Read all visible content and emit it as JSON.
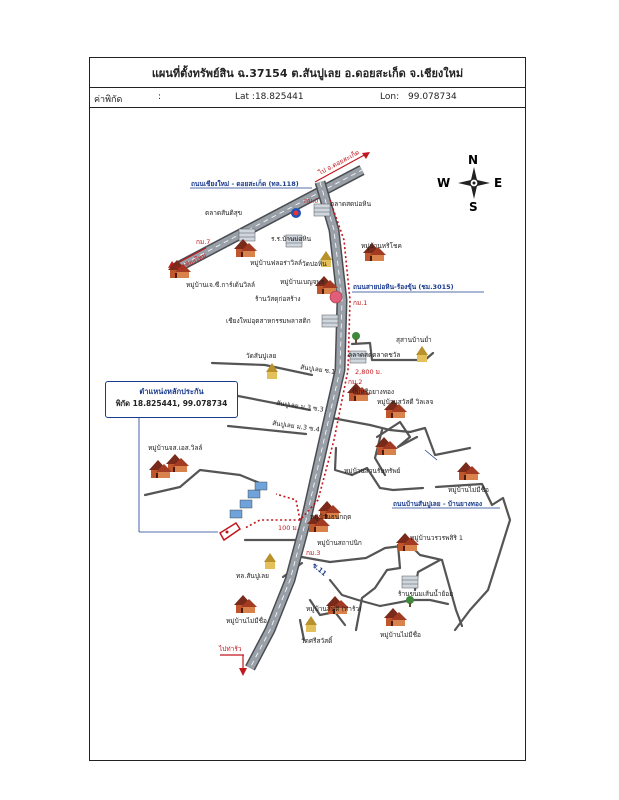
{
  "header": {
    "title": "แผนที่ตั้งทรัพย์สิน ฉ.37154 ต.สันปูเลย อ.ดอยสะเก็ด จ.เชียงใหม่",
    "coord_label": "ค่าพิกัด",
    "colon": ":",
    "lat": "Lat :18.825441",
    "lon_label": "Lon:",
    "lon_value": "99.078734"
  },
  "compass": {
    "n": "N",
    "s": "S",
    "e": "E",
    "w": "W"
  },
  "infobox": {
    "heading": "ตำแหน่งหลักประกัน",
    "coords": "พิกัด 18.825441, 99.078734"
  },
  "roads": {
    "highway_118": "ถนนเชียงใหม่ - ดอยสะเก็ด (ทล.118)",
    "to_doisaket": "ไป อ.ดอยสะเก็ด",
    "to_chiangmai": "ไปเชียงใหม่",
    "road_3015": "ถนนสายบ่อหิน-ร้องขุ้น (ชม.3015)",
    "sanpuloei_road": "ถนนบ้านสันปูเลย - บ้านยางทอง",
    "to_tha": "ไปท่าร้ว",
    "soi1": "สันปูเลย ซ.1",
    "moo3_soi3": "สันปูเลย ม.3 ซ.3",
    "moo3_soi4": "สันปูเลย ม.3 ซ.4",
    "soi_11": "ซ.11"
  },
  "distances": {
    "km0": "กม.0",
    "km7": "กม.7",
    "km1": "กม.1",
    "km2": "กม.2",
    "km3": "กม.3",
    "d2800": "2,800 ม.",
    "d100": "100 ม."
  },
  "places": {
    "market_bohin": "ตลาดสดบ่อหิน",
    "market_sanpattana": "ตลาดสันติสุข",
    "school_bohin": "ร.ร.บ้านบ่อหิน",
    "village_haripan": "หมู่บ้านหริโชค",
    "village_fairyville": "หมู่บ้านฟลอร่าวิลล์",
    "wat_bohin": "วัดบ่อหิน",
    "village_benjaporn": "หมู่บ้านเบญจพร",
    "village_jc": "หมู่บ้านเจ.ซี.การ์เด้นวิลล์",
    "shop_construction": "ร้านวัสดุก่อสร้าง",
    "plastic_factory": "เชียงใหม่อุตสาหกรรมพลาสติก",
    "cemetery": "สุสานบ้านย่ำ",
    "wat_sanpuloei": "วัดสันปูเลย",
    "market_sanpuloei": "ตลาดสดตลาดชวัล",
    "wat_moo2": "ปั๊มหรือยางทอง",
    "village_sawadee": "หมู่บ้านสวัสดี วิลเลจ",
    "village_gsville": "หมู่บ้านจส.เอส.วิลล์",
    "village_suansri": "หมู่บ้านสวนรัษทรัพย์",
    "village_unnamed1": "หมู่บ้านไม่มีชื่อ",
    "village_thanakit": "หมู่บ้านธนกฤต",
    "village_sathaphon": "หมู่บ้านสถาปนิก",
    "village_wanwisa": "หมู่บ้านวรวรพสิริ 1",
    "police_sanpuloei": "ทล.สันปูเลย",
    "shop_bike": "ร้านขนมเส้นน้ำย้อย",
    "village_unnamed2": "หมู่บ้านไม่มีชื่อ",
    "village_santi": "หมู่บ้านสันติ (ท่าร้ว)",
    "village_unnamed3": "หมู่บ้านไม่มีชื่อ",
    "wat_sri": "วัดศรีสวัสดิ์"
  },
  "colors": {
    "road_fill": "#8b8f96",
    "road_edge": "#4a4d52",
    "blue_accent": "#1a3b8c",
    "red_accent": "#c0181e"
  }
}
